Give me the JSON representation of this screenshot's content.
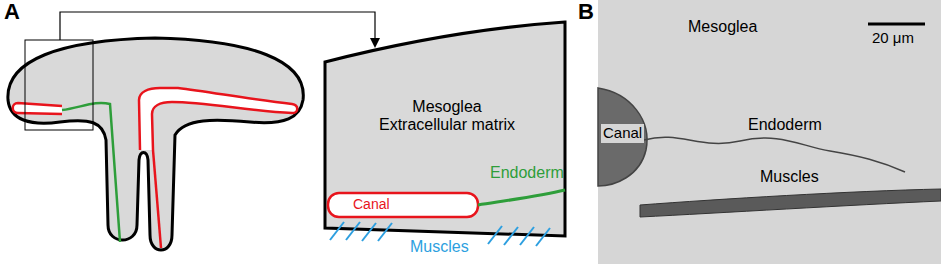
{
  "diagram": {
    "labels": [
      "A",
      "Mesoglea Extracellular matrix",
      "Endoderm",
      "Canal",
      "Muscles",
      "B",
      "20 μm",
      "Mesoglea",
      "Endoderm",
      "Canal",
      "Muscles"
    ]
  }
}
